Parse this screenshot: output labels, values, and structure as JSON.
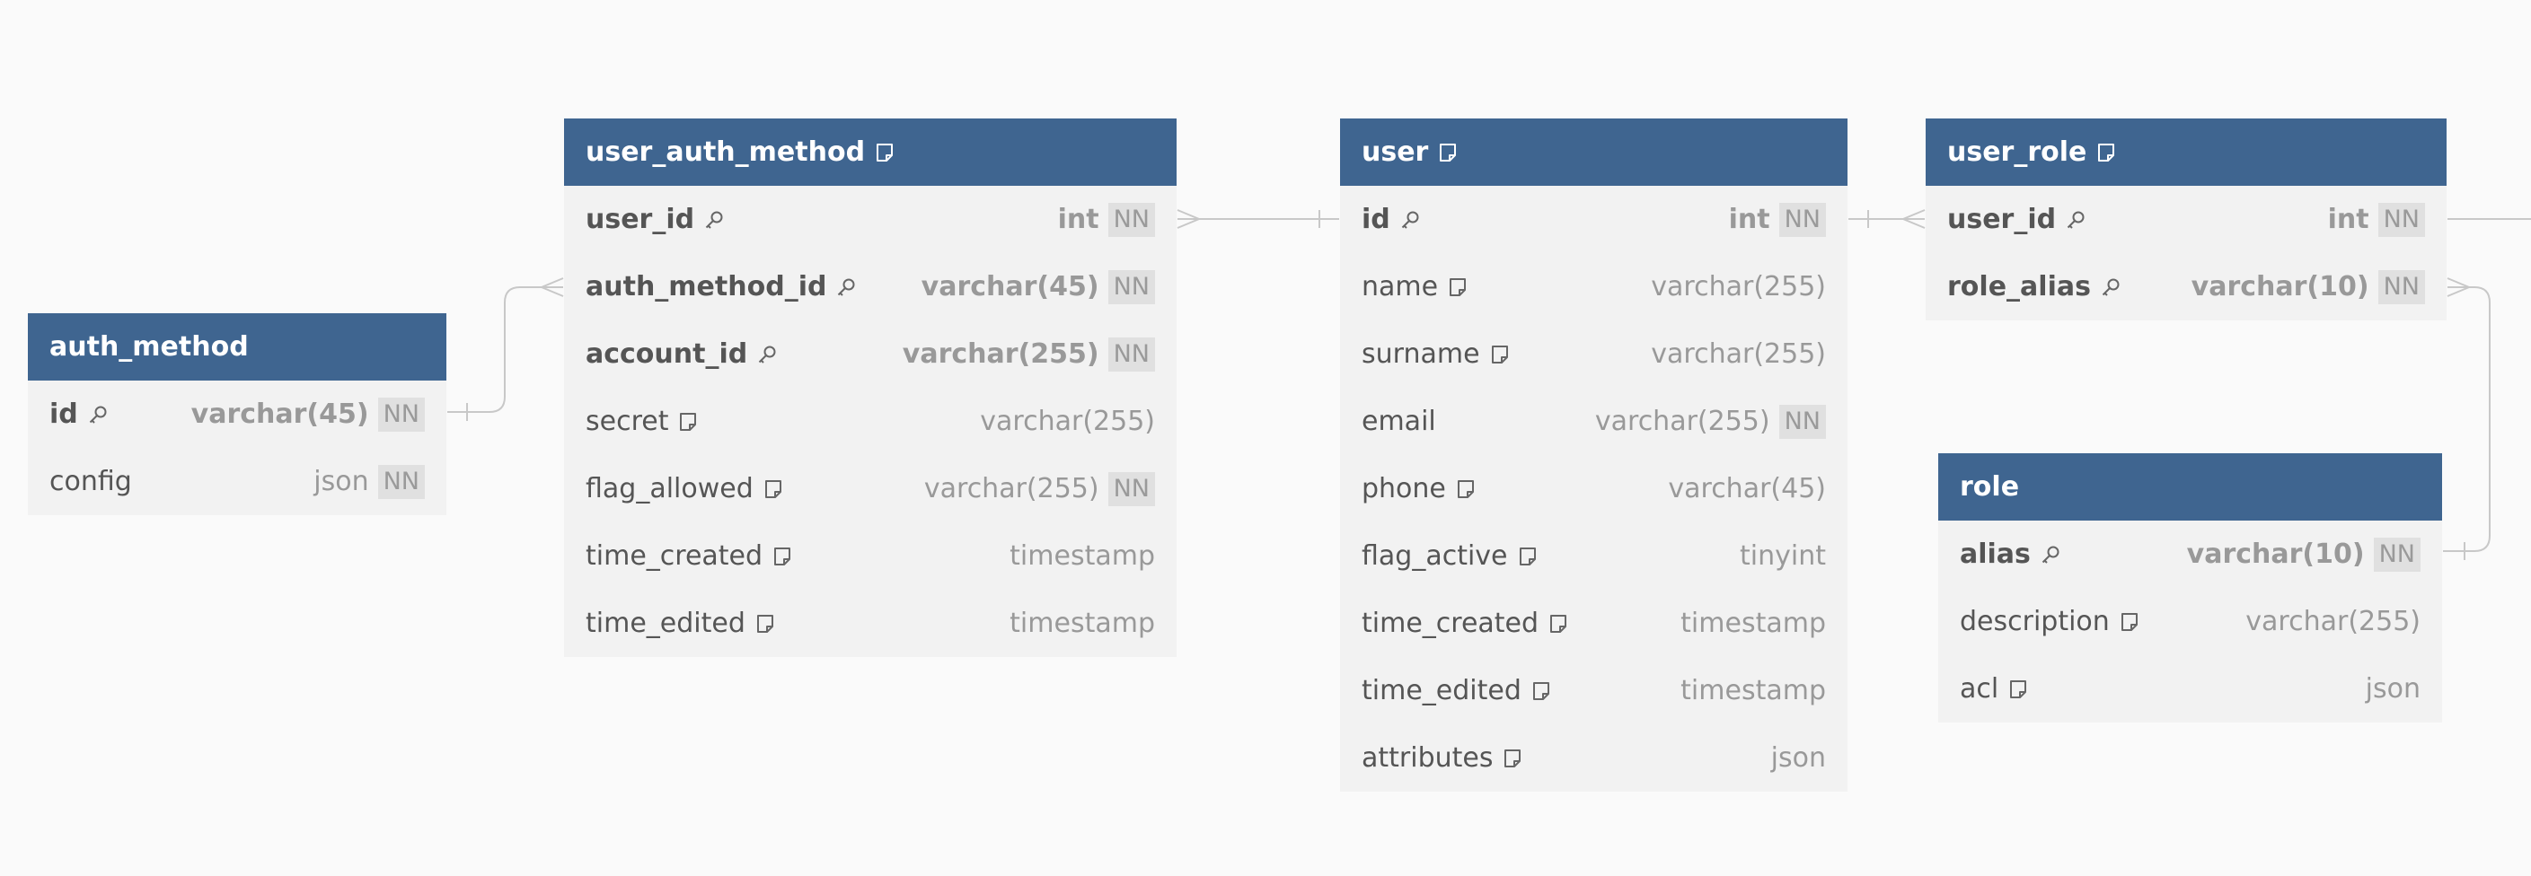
{
  "tables": [
    {
      "id": "auth_method",
      "name": "auth_method",
      "has_note": false,
      "fields": [
        {
          "name": "id",
          "type": "varchar(45)",
          "nn": "NN",
          "pk": true,
          "icon": "key-icon"
        },
        {
          "name": "config",
          "type": "json",
          "nn": "NN",
          "pk": false,
          "icon": ""
        }
      ]
    },
    {
      "id": "user_auth_method",
      "name": "user_auth_method",
      "has_note": true,
      "fields": [
        {
          "name": "user_id",
          "type": "int",
          "nn": "NN",
          "pk": true,
          "icon": "key-icon"
        },
        {
          "name": "auth_method_id",
          "type": "varchar(45)",
          "nn": "NN",
          "pk": true,
          "icon": "key-icon"
        },
        {
          "name": "account_id",
          "type": "varchar(255)",
          "nn": "NN",
          "pk": true,
          "icon": "key-icon"
        },
        {
          "name": "secret",
          "type": "varchar(255)",
          "nn": "",
          "pk": false,
          "icon": "note-icon"
        },
        {
          "name": "flag_allowed",
          "type": "varchar(255)",
          "nn": "NN",
          "pk": false,
          "icon": "note-icon"
        },
        {
          "name": "time_created",
          "type": "timestamp",
          "nn": "",
          "pk": false,
          "icon": "note-icon"
        },
        {
          "name": "time_edited",
          "type": "timestamp",
          "nn": "",
          "pk": false,
          "icon": "note-icon"
        }
      ]
    },
    {
      "id": "user",
      "name": "user",
      "has_note": true,
      "fields": [
        {
          "name": "id",
          "type": "int",
          "nn": "NN",
          "pk": true,
          "icon": "key-icon"
        },
        {
          "name": "name",
          "type": "varchar(255)",
          "nn": "",
          "pk": false,
          "icon": "note-icon"
        },
        {
          "name": "surname",
          "type": "varchar(255)",
          "nn": "",
          "pk": false,
          "icon": "note-icon"
        },
        {
          "name": "email",
          "type": "varchar(255)",
          "nn": "NN",
          "pk": false,
          "icon": ""
        },
        {
          "name": "phone",
          "type": "varchar(45)",
          "nn": "",
          "pk": false,
          "icon": "note-icon"
        },
        {
          "name": "flag_active",
          "type": "tinyint",
          "nn": "",
          "pk": false,
          "icon": "note-icon"
        },
        {
          "name": "time_created",
          "type": "timestamp",
          "nn": "",
          "pk": false,
          "icon": "note-icon"
        },
        {
          "name": "time_edited",
          "type": "timestamp",
          "nn": "",
          "pk": false,
          "icon": "note-icon"
        },
        {
          "name": "attributes",
          "type": "json",
          "nn": "",
          "pk": false,
          "icon": "note-icon"
        }
      ]
    },
    {
      "id": "user_role",
      "name": "user_role",
      "has_note": true,
      "fields": [
        {
          "name": "user_id",
          "type": "int",
          "nn": "NN",
          "pk": true,
          "icon": "key-icon"
        },
        {
          "name": "role_alias",
          "type": "varchar(10)",
          "nn": "NN",
          "pk": true,
          "icon": "key-icon"
        }
      ]
    },
    {
      "id": "role",
      "name": "role",
      "has_note": false,
      "fields": [
        {
          "name": "alias",
          "type": "varchar(10)",
          "nn": "NN",
          "pk": true,
          "icon": "key-icon"
        },
        {
          "name": "description",
          "type": "varchar(255)",
          "nn": "",
          "pk": false,
          "icon": "note-icon"
        },
        {
          "name": "acl",
          "type": "json",
          "nn": "",
          "pk": false,
          "icon": "note-icon"
        }
      ]
    }
  ],
  "relations": [
    {
      "name": "auth-method-to-user-auth-method",
      "from": "auth_method.id",
      "to": "user_auth_method.auth_method_id"
    },
    {
      "name": "user-auth-method-to-user",
      "from": "user_auth_method.user_id",
      "to": "user.id"
    },
    {
      "name": "user-to-user-role",
      "from": "user.id",
      "to": "user_role.user_id"
    },
    {
      "name": "user-role-to-role",
      "from": "user_role.role_alias",
      "to": "role.alias"
    },
    {
      "name": "user-role-offscreen",
      "from": "user_role.user_id",
      "to": ""
    }
  ],
  "colors": {
    "header": "#3f6590",
    "body": "#f2f2f2",
    "background": "#fafafa",
    "connector": "#c8c8c8"
  }
}
